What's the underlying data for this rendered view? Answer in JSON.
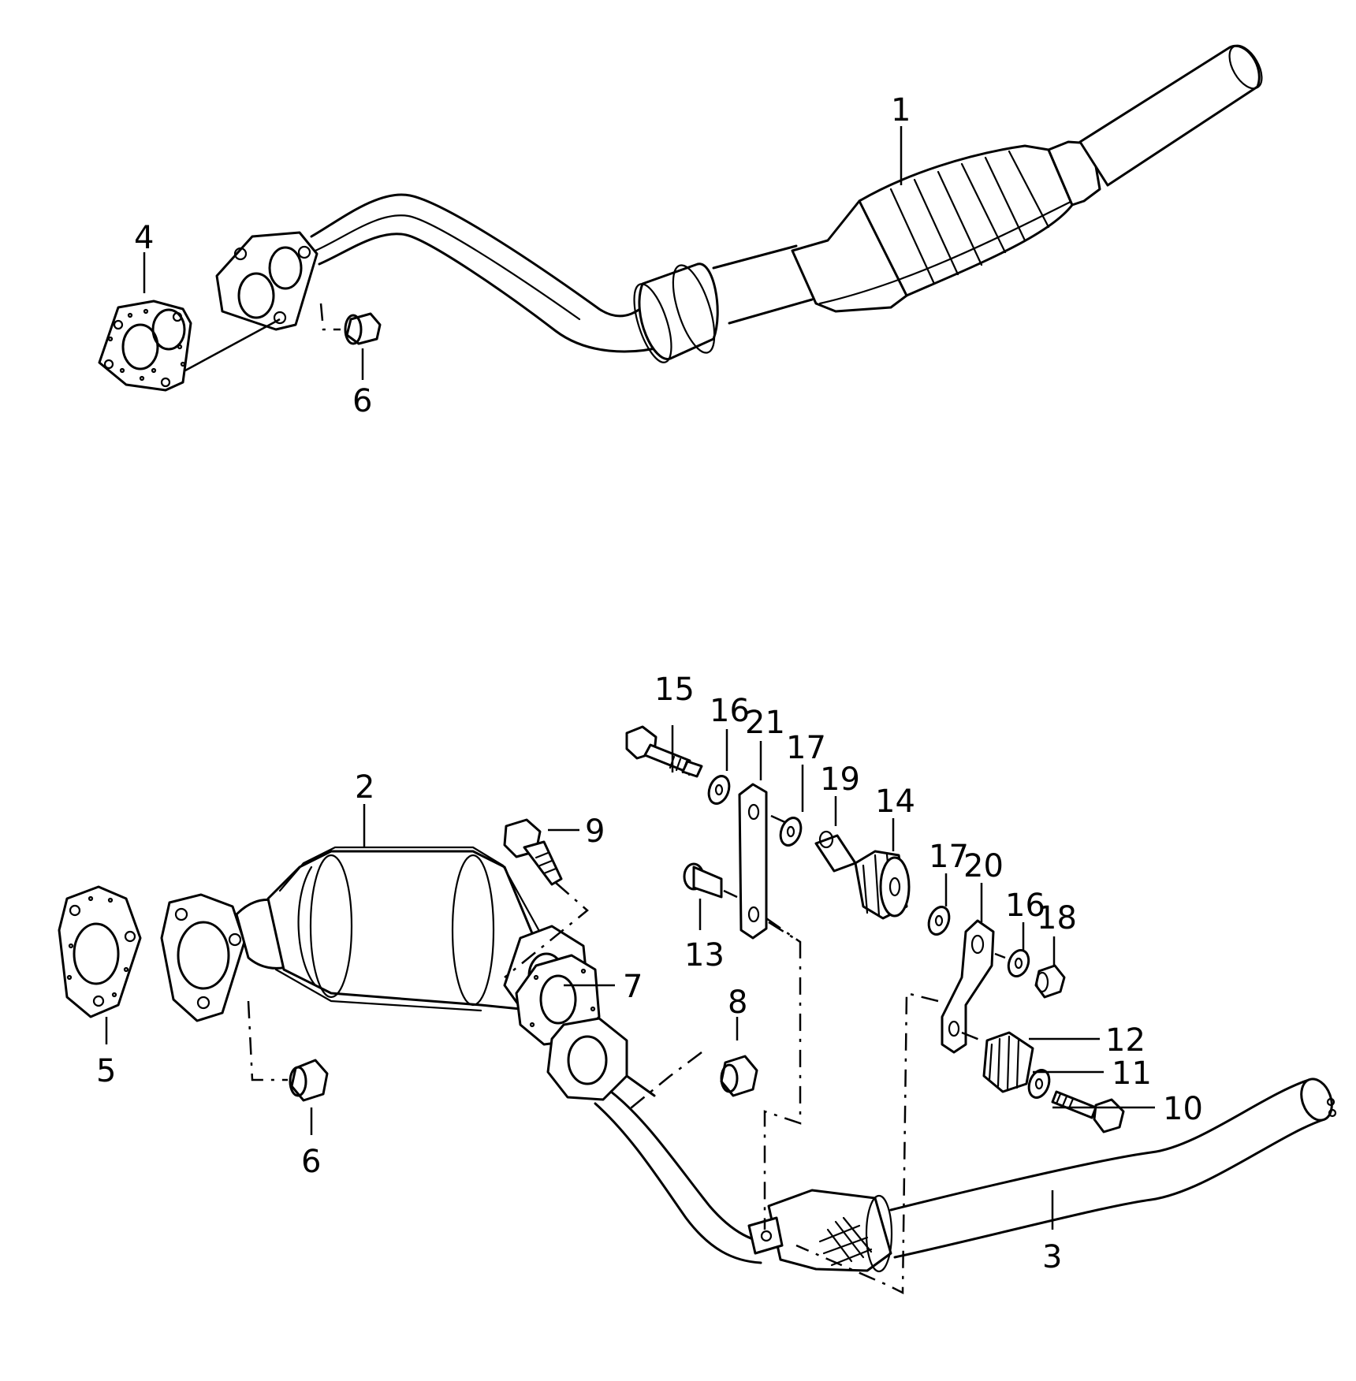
{
  "diagram": {
    "callouts": {
      "c1": "1",
      "c2": "2",
      "c3": "3",
      "c4": "4",
      "c5": "5",
      "c6a": "6",
      "c6b": "6",
      "c7": "7",
      "c8": "8",
      "c9": "9",
      "c10": "10",
      "c11": "11",
      "c12": "12",
      "c13": "13",
      "c14": "14",
      "c15": "15",
      "c16a": "16",
      "c16b": "16",
      "c17a": "17",
      "c17b": "17",
      "c18": "18",
      "c19": "19",
      "c20": "20",
      "c21": "21"
    }
  }
}
